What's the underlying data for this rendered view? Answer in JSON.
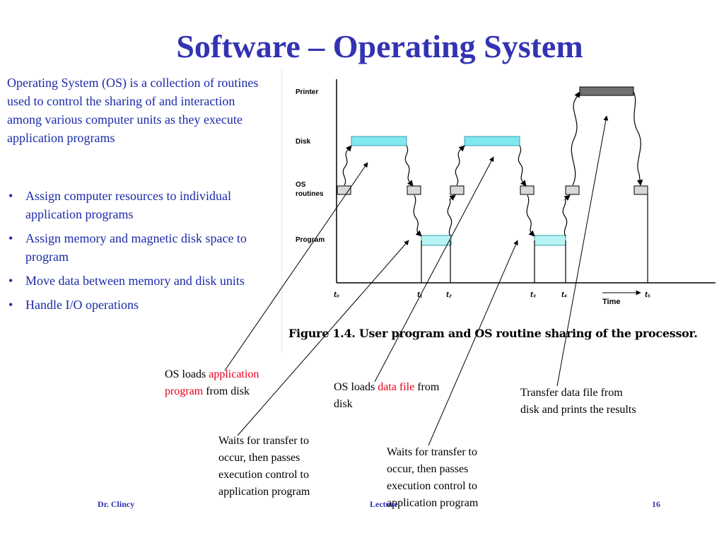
{
  "title": "Software – Operating System",
  "intro": "Operating System (OS) is a collection of routines used to control the sharing of and interaction among various computer units as they execute application programs",
  "bullets": [
    "Assign computer resources to individual application programs",
    "Assign memory and magnetic disk space to program",
    "Move data between memory and disk units",
    "Handle I/O operations"
  ],
  "figure": {
    "caption": "Figure 1.4.  User program and OS routine sharing of the processor.",
    "rows": {
      "printer": "Printer",
      "disk": "Disk",
      "os1": "OS",
      "os2": "routines",
      "program": "Program"
    },
    "ticks": {
      "t0": "t₀",
      "t1": "t₁",
      "t2": "t₂",
      "t3": "t₃",
      "t4": "t₄",
      "t5": "t₅"
    },
    "time_label": "Time",
    "colors": {
      "disk_bar": "#80e8f0",
      "program_bar": "#b8f4f4",
      "os_box": "#d8d8d8",
      "printer_bar": "#707070"
    }
  },
  "annotations": {
    "a1": {
      "pre": "OS loads ",
      "highlight": "application program",
      "post": " from disk"
    },
    "a2": {
      "pre": "OS loads ",
      "highlight": "data file",
      "post": " from disk"
    },
    "a3": "Transfer data file from disk and prints the results",
    "a4": "Waits for transfer to occur, then passes execution control to application program",
    "a5": "Waits for transfer to occur, then passes execution control to application program"
  },
  "footer": {
    "author": "Dr. Clincy",
    "lecture": "Lecture",
    "page": "16"
  }
}
